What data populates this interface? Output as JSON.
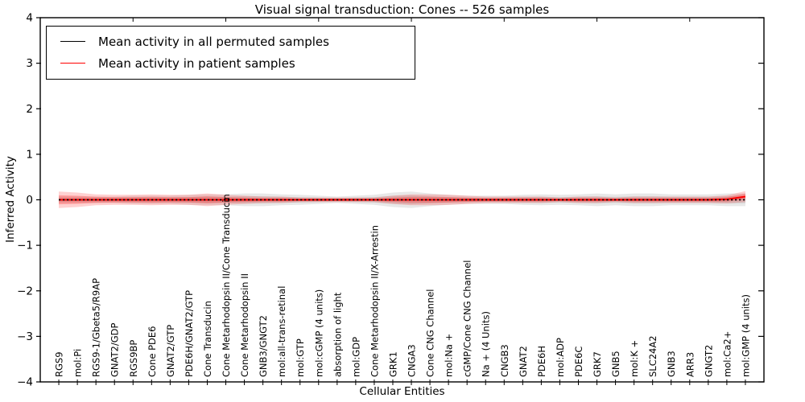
{
  "chart_data": {
    "type": "line",
    "title": "Visual signal transduction: Cones -- 526 samples",
    "xlabel": "Cellular Entities",
    "ylabel": "Inferred Activity",
    "ylim": [
      -4,
      4
    ],
    "yticks": [
      -4,
      -3,
      -2,
      -1,
      0,
      1,
      2,
      3,
      4
    ],
    "grid": false,
    "legend_position": "upper left",
    "entities": [
      "RGS9",
      "mol:Pi",
      "RGS9-1/Gbeta5/R9AP",
      "GNAT2/GDP",
      "RGS9BP",
      "Cone PDE6",
      "GNAT2/GTP",
      "PDE6H/GNAT2/GTP",
      "Cone Transducin",
      "Cone Metarhodopsin II/Cone Transducin",
      "Cone Metarhodopsin II",
      "GNB3/GNGT2",
      "mol:all-trans-retinal",
      "mol:GTP",
      "mol:cGMP (4 units)",
      "absorption of light",
      "mol:GDP",
      "Cone Metarhodopsin II/X-Arrestin",
      "GRK1",
      "CNGA3",
      "Cone CNG Channel",
      "mol:Na +",
      "cGMP/Cone CNG Channel",
      "Na + (4 Units)",
      "CNGB3",
      "GNAT2",
      "PDE6H",
      "mol:ADP",
      "PDE6C",
      "GRK7",
      "GNB5",
      "mol:K +",
      "SLC24A2",
      "GNB3",
      "ARR3",
      "GNGT2",
      "mol:Ca2+",
      "mol:GMP (4 units)"
    ],
    "series": [
      {
        "name": "Mean activity in all permuted samples",
        "color": "#000000",
        "band_color": "#808080",
        "values": [
          0,
          0,
          0,
          0,
          0,
          0,
          0,
          0,
          0,
          0,
          0,
          0,
          0,
          0,
          0,
          0,
          0,
          0,
          0,
          0,
          0,
          0,
          0,
          0,
          0,
          0,
          0,
          0,
          0,
          0,
          0,
          0,
          0,
          0,
          0,
          0,
          0,
          0
        ],
        "band_halfwidth": [
          0.07,
          0.07,
          0.07,
          0.07,
          0.09,
          0.09,
          0.09,
          0.11,
          0.12,
          0.12,
          0.14,
          0.14,
          0.12,
          0.11,
          0.09,
          0.07,
          0.09,
          0.11,
          0.16,
          0.18,
          0.14,
          0.11,
          0.09,
          0.09,
          0.09,
          0.11,
          0.12,
          0.11,
          0.12,
          0.14,
          0.12,
          0.14,
          0.14,
          0.12,
          0.12,
          0.12,
          0.14,
          0.14
        ]
      },
      {
        "name": "Mean activity in patient samples",
        "color": "#ff0000",
        "band_color": "#ff0000",
        "values": [
          0,
          0,
          0,
          0,
          0,
          0,
          0,
          0,
          0,
          0,
          0,
          0,
          0,
          0,
          0,
          0,
          0,
          0,
          0,
          0,
          0,
          0,
          0,
          0,
          0,
          0,
          0,
          0,
          0,
          0,
          0,
          0,
          0,
          0,
          0,
          0,
          0.01,
          0.07
        ],
        "band_halfwidth": [
          0.18,
          0.16,
          0.12,
          0.11,
          0.11,
          0.12,
          0.11,
          0.11,
          0.14,
          0.11,
          0.09,
          0.07,
          0.07,
          0.05,
          0.05,
          0.05,
          0.05,
          0.05,
          0.09,
          0.12,
          0.12,
          0.11,
          0.09,
          0.07,
          0.07,
          0.07,
          0.07,
          0.05,
          0.07,
          0.07,
          0.05,
          0.07,
          0.07,
          0.07,
          0.07,
          0.07,
          0.09,
          0.12
        ]
      }
    ]
  }
}
